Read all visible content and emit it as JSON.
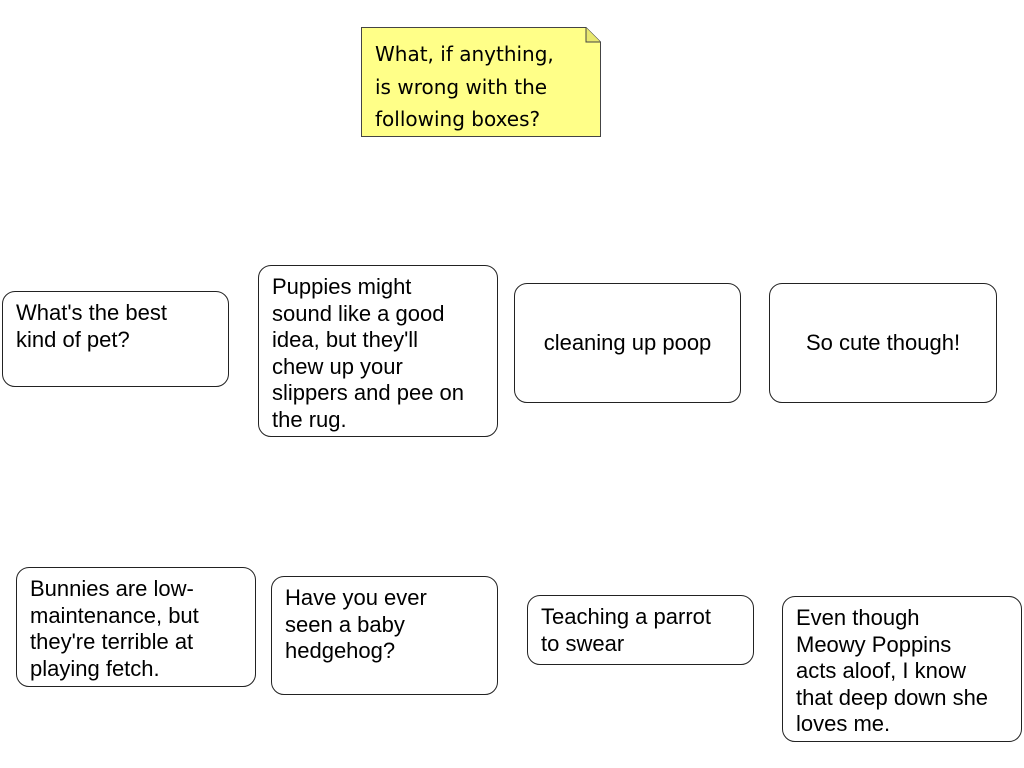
{
  "note": {
    "text": "What, if anything,\nis wrong with the\nfollowing boxes?",
    "fill": "#ffff88"
  },
  "boxes": [
    {
      "text": "What's the best\nkind of pet?"
    },
    {
      "text": "Puppies might\nsound like a good\nidea, but they'll\nchew up your\nslippers and pee on\nthe rug."
    },
    {
      "text": "cleaning up poop"
    },
    {
      "text": "So cute though!"
    },
    {
      "text": "Bunnies are low-\nmaintenance, but\nthey're terrible at\nplaying fetch."
    },
    {
      "text": "Have you ever\nseen a baby\nhedgehog?"
    },
    {
      "text": "Teaching a parrot\nto swear"
    },
    {
      "text": "Even though\nMeowy Poppins\nacts aloof, I know\nthat deep down she\nloves me."
    }
  ]
}
